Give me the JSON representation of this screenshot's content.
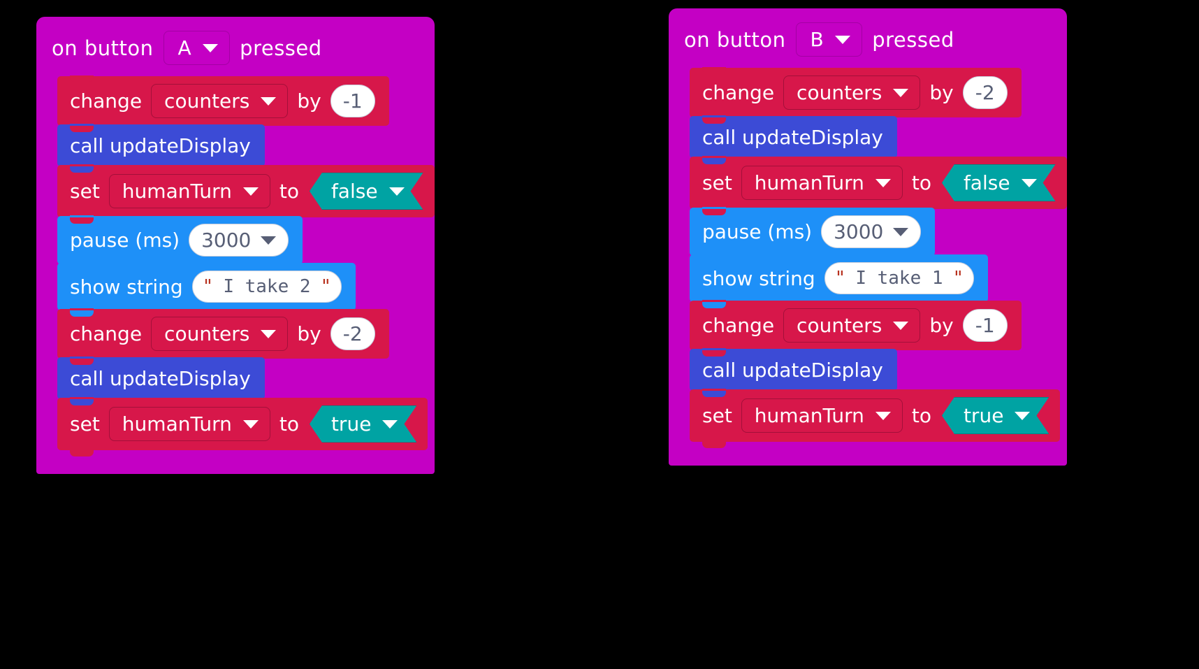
{
  "canvas": {
    "background": "#000000"
  },
  "palette": {
    "event": "#C400C4",
    "variables": "#D7174A",
    "basic": "#1E90F8",
    "functions": "#3C4BD6",
    "logic": "#00A3A3",
    "field_text": "#575E75",
    "string_quote": "#B8321F"
  },
  "icons": {
    "caret": "chevron-down-icon"
  },
  "scripts": [
    {
      "id": "script-button-a",
      "hat": {
        "prefix": "on button",
        "dropdown": "A",
        "suffix": "pressed"
      },
      "blocks": [
        {
          "kind": "change-variable",
          "color": "red",
          "prefix": "change",
          "variable": "counters",
          "connector": "by",
          "value": "-1"
        },
        {
          "kind": "call-function",
          "color": "indigo",
          "label": "call updateDisplay"
        },
        {
          "kind": "set-variable-boolean",
          "color": "red",
          "prefix": "set",
          "variable": "humanTurn",
          "connector": "to",
          "boolean": "false"
        },
        {
          "kind": "pause",
          "color": "blue",
          "label": "pause (ms)",
          "value": "3000"
        },
        {
          "kind": "show-string",
          "color": "blue",
          "label": "show string",
          "quote_open": "\"",
          "text": "I take 2",
          "quote_close": "\""
        },
        {
          "kind": "change-variable",
          "color": "red",
          "prefix": "change",
          "variable": "counters",
          "connector": "by",
          "value": "-2"
        },
        {
          "kind": "call-function",
          "color": "indigo",
          "label": "call updateDisplay"
        },
        {
          "kind": "set-variable-boolean",
          "color": "red",
          "prefix": "set",
          "variable": "humanTurn",
          "connector": "to",
          "boolean": "true"
        }
      ]
    },
    {
      "id": "script-button-b",
      "hat": {
        "prefix": "on button",
        "dropdown": "B",
        "suffix": "pressed"
      },
      "blocks": [
        {
          "kind": "change-variable",
          "color": "red",
          "prefix": "change",
          "variable": "counters",
          "connector": "by",
          "value": "-2"
        },
        {
          "kind": "call-function",
          "color": "indigo",
          "label": "call updateDisplay"
        },
        {
          "kind": "set-variable-boolean",
          "color": "red",
          "prefix": "set",
          "variable": "humanTurn",
          "connector": "to",
          "boolean": "false"
        },
        {
          "kind": "pause",
          "color": "blue",
          "label": "pause (ms)",
          "value": "3000"
        },
        {
          "kind": "show-string",
          "color": "blue",
          "label": "show string",
          "quote_open": "\"",
          "text": "I take 1",
          "quote_close": "\""
        },
        {
          "kind": "change-variable",
          "color": "red",
          "prefix": "change",
          "variable": "counters",
          "connector": "by",
          "value": "-1"
        },
        {
          "kind": "call-function",
          "color": "indigo",
          "label": "call updateDisplay"
        },
        {
          "kind": "set-variable-boolean",
          "color": "red",
          "prefix": "set",
          "variable": "humanTurn",
          "connector": "to",
          "boolean": "true"
        }
      ]
    }
  ]
}
